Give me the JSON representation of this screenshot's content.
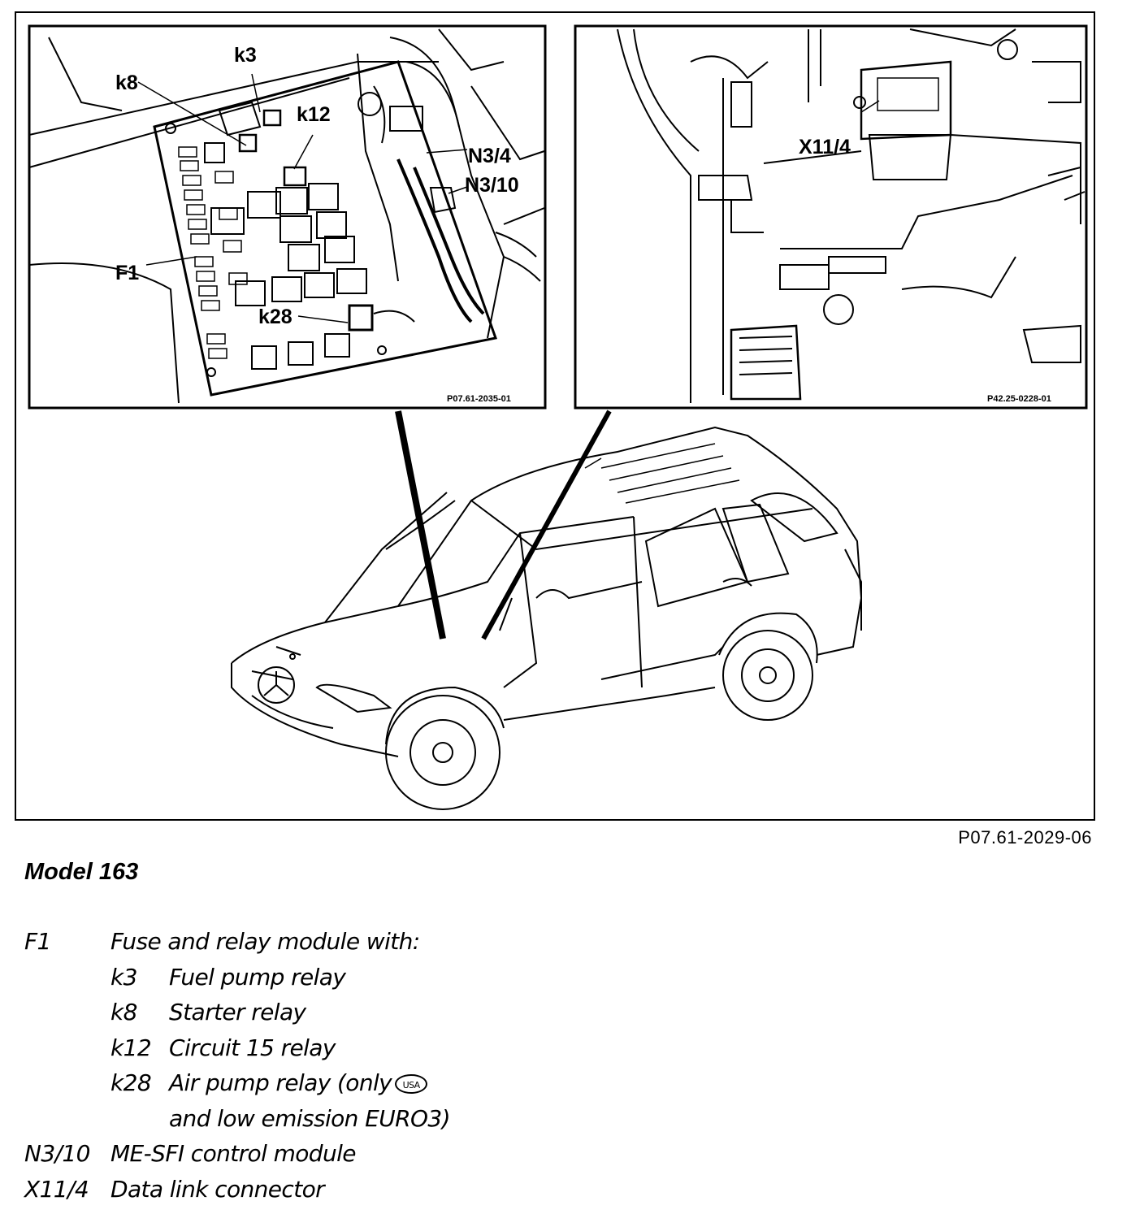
{
  "figure": {
    "left_panel": {
      "labels": {
        "k3": "k3",
        "k8": "k8",
        "k12": "k12",
        "n3_4": "N3/4",
        "n3_10": "N3/10",
        "f1": "F1",
        "k28": "k28"
      },
      "code": "P07.61-2035-01"
    },
    "right_panel": {
      "labels": {
        "x11_4": "X11/4"
      },
      "code": "P42.25-0228-01"
    },
    "code": "P07.61-2029-06"
  },
  "model_title": "Model 163",
  "legend": {
    "items": [
      {
        "code": "F1",
        "desc": "Fuse and relay module with:"
      },
      {
        "code": "k3",
        "desc": "Fuel pump relay"
      },
      {
        "code": "k8",
        "desc": "Starter relay"
      },
      {
        "code": "k12",
        "desc": "Circuit 15 relay"
      },
      {
        "code": "k28",
        "desc": "Air pump relay (only"
      },
      {
        "code": "",
        "desc": "and low emission EURO3)"
      },
      {
        "code": "N3/10",
        "desc": "ME-SFI control module"
      },
      {
        "code": "X11/4",
        "desc": "Data link connector"
      }
    ],
    "usa_badge": "USA"
  }
}
